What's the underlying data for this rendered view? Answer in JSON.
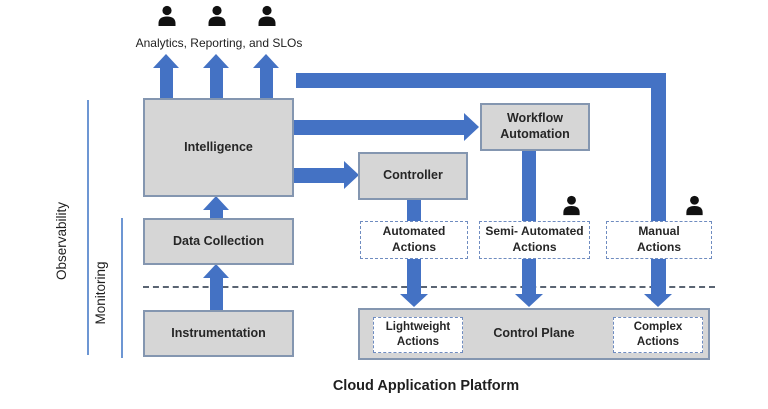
{
  "colors": {
    "arrow": "#4472c4",
    "node_fill": "#d6d6d6",
    "node_border": "#8496b0",
    "dashed_border": "#6f8cc0",
    "divider": "#5a6472",
    "bracket_line": "#6d96d3",
    "text": "#262626"
  },
  "header": {
    "analytics_label": "Analytics, Reporting, and SLOs"
  },
  "brackets": {
    "observability": "Observability",
    "monitoring": "Monitoring"
  },
  "nodes": {
    "intelligence": "Intelligence",
    "data_collection": "Data Collection",
    "instrumentation": "Instrumentation",
    "workflow_automation": "Workflow\nAutomation",
    "controller": "Controller",
    "automated_actions": "Automated\nActions",
    "semi_automated_actions": "Semi- Automated\nActions",
    "manual_actions": "Manual\nActions",
    "control_plane": "Control Plane",
    "lightweight_actions": "Lightweight\nActions",
    "complex_actions": "Complex\nActions"
  },
  "footer": {
    "platform_label": "Cloud Application Platform"
  }
}
